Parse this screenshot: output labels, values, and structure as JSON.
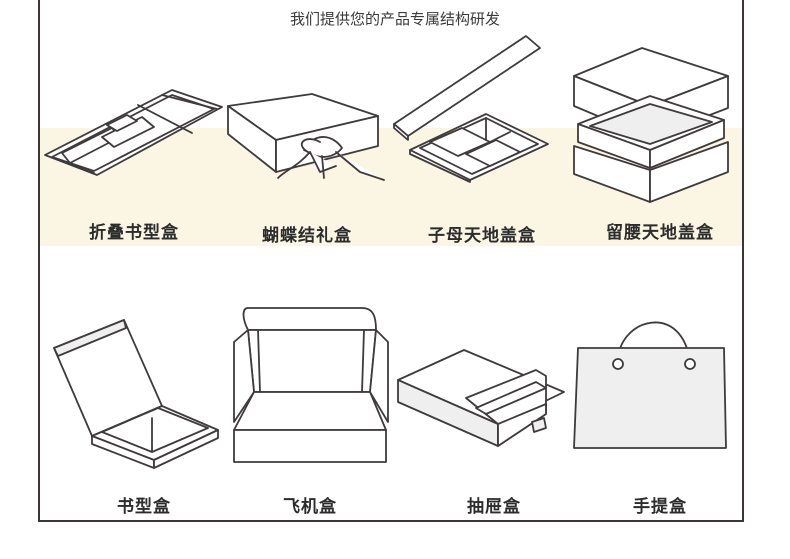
{
  "heading": "我们提供您的产品专属结构研发",
  "row1": [
    {
      "label": "折叠书型盒",
      "icon": "folding-book-box-icon"
    },
    {
      "label": "蝴蝶结礼盒",
      "icon": "ribbon-gift-box-icon"
    },
    {
      "label": "子母天地盖盒",
      "icon": "compartment-lid-box-icon"
    },
    {
      "label": "留腰天地盖盒",
      "icon": "waist-lid-box-icon"
    }
  ],
  "row2": [
    {
      "label": "书型盒",
      "icon": "book-box-icon"
    },
    {
      "label": "飞机盒",
      "icon": "mailer-box-icon"
    },
    {
      "label": "抽屉盒",
      "icon": "drawer-box-icon"
    },
    {
      "label": "手提盒",
      "icon": "handbag-box-icon"
    }
  ],
  "colors": {
    "band": "#fbf5e4",
    "line": "#3f3a3b",
    "fill": "#ffffff",
    "shade": "#f0efef"
  }
}
